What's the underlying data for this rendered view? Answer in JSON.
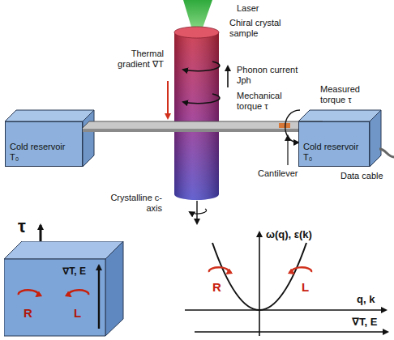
{
  "diagram": {
    "nodes": [
      {
        "text": [
          "Cold reservoir T₀"
        ]
      },
      {
        "text": [
          "Cold reservoir T₀"
        ]
      },
      {
        "text": [
          "R",
          "L",
          "∇T, E"
        ]
      }
    ],
    "labels": [
      "Laser",
      "Chiral crystal sample",
      "Thermal gradient ∇T",
      "Phonon current Jph",
      "Mechanical torque τ",
      "Measured torque τ",
      "Crystalline c-axis",
      "Cantilever",
      "Data cable",
      "τ",
      "ω(q), ε(k)",
      "R",
      "L",
      "q, k",
      "∇T, E"
    ]
  }
}
